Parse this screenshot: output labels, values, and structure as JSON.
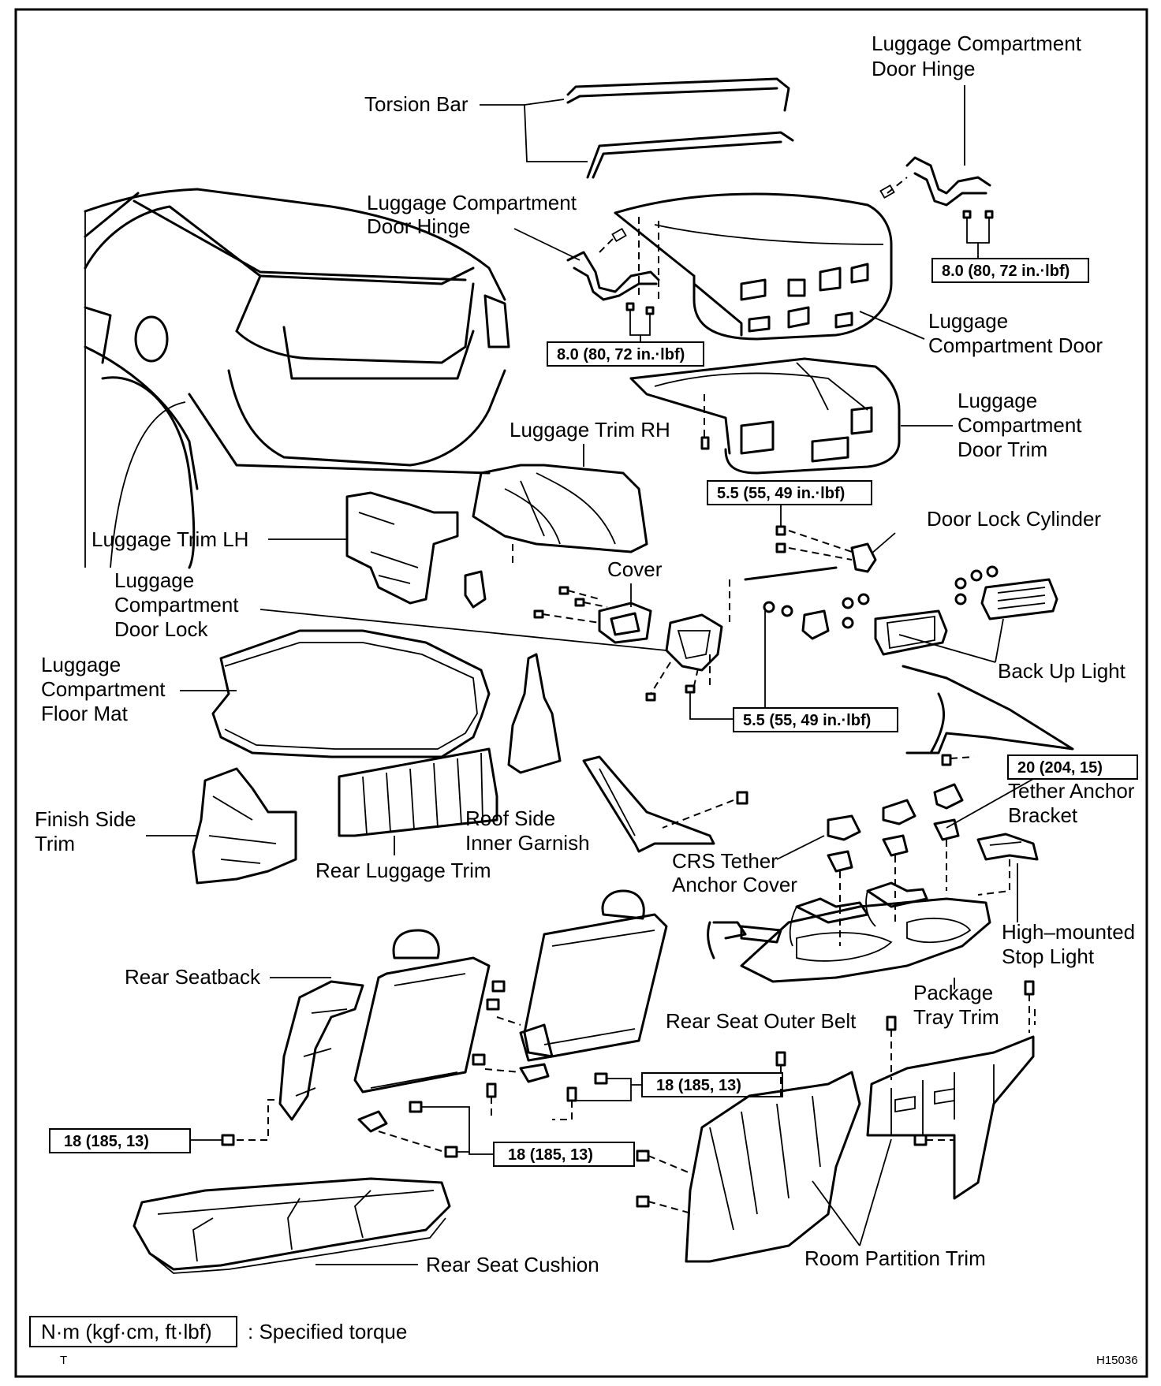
{
  "labels": {
    "torsion_bar": "Torsion Bar",
    "hinge_right_1": "Luggage Compartment",
    "hinge_right_2": "Door Hinge",
    "hinge_left_1": "Luggage Compartment",
    "hinge_left_2": "Door Hinge",
    "door_1": "Luggage",
    "door_2": "Compartment Door",
    "door_trim_1": "Luggage",
    "door_trim_2": "Compartment",
    "door_trim_3": "Door Trim",
    "trim_rh": "Luggage Trim RH",
    "trim_lh": "Luggage Trim LH",
    "lock_cylinder": "Door Lock Cylinder",
    "cover": "Cover",
    "door_lock_1": "Luggage",
    "door_lock_2": "Compartment",
    "door_lock_3": "Door Lock",
    "back_up_light": "Back Up Light",
    "floor_mat_1": "Luggage",
    "floor_mat_2": "Compartment",
    "floor_mat_3": "Floor Mat",
    "tether_bracket_1": "Tether Anchor",
    "tether_bracket_2": "Bracket",
    "finish_side_1": "Finish Side",
    "finish_side_2": "Trim",
    "roof_side_1": "Roof Side",
    "roof_side_2": "Inner Garnish",
    "crs_cover_1": "CRS Tether",
    "crs_cover_2": "Anchor Cover",
    "rear_luggage_trim": "Rear Luggage Trim",
    "stop_light_1": "High–mounted",
    "stop_light_2": "Stop Light",
    "rear_seatback": "Rear Seatback",
    "package_tray_1": "Package",
    "package_tray_2": "Tray Trim",
    "outer_belt": "Rear Seat Outer Belt",
    "rear_cushion": "Rear Seat Cushion",
    "partition": "Room Partition Trim"
  },
  "torques": {
    "hinge_right": "8.0 (80, 72 in.·lbf)",
    "hinge_left": "8.0 (80, 72 in.·lbf)",
    "cylinder": "5.5 (55, 49 in.·lbf)",
    "lock": "5.5 (55, 49 in.·lbf)",
    "tether": "20 (204, 15)",
    "seat_right": "18 (185, 13)",
    "seat_left": "18 (185, 13)",
    "seat_center": "18 (185, 13)"
  },
  "legend": {
    "unit": "N·m (kgf·cm, ft·lbf)",
    "meaning": ": Specified torque",
    "mark": "T"
  },
  "figure_id": "H15036"
}
